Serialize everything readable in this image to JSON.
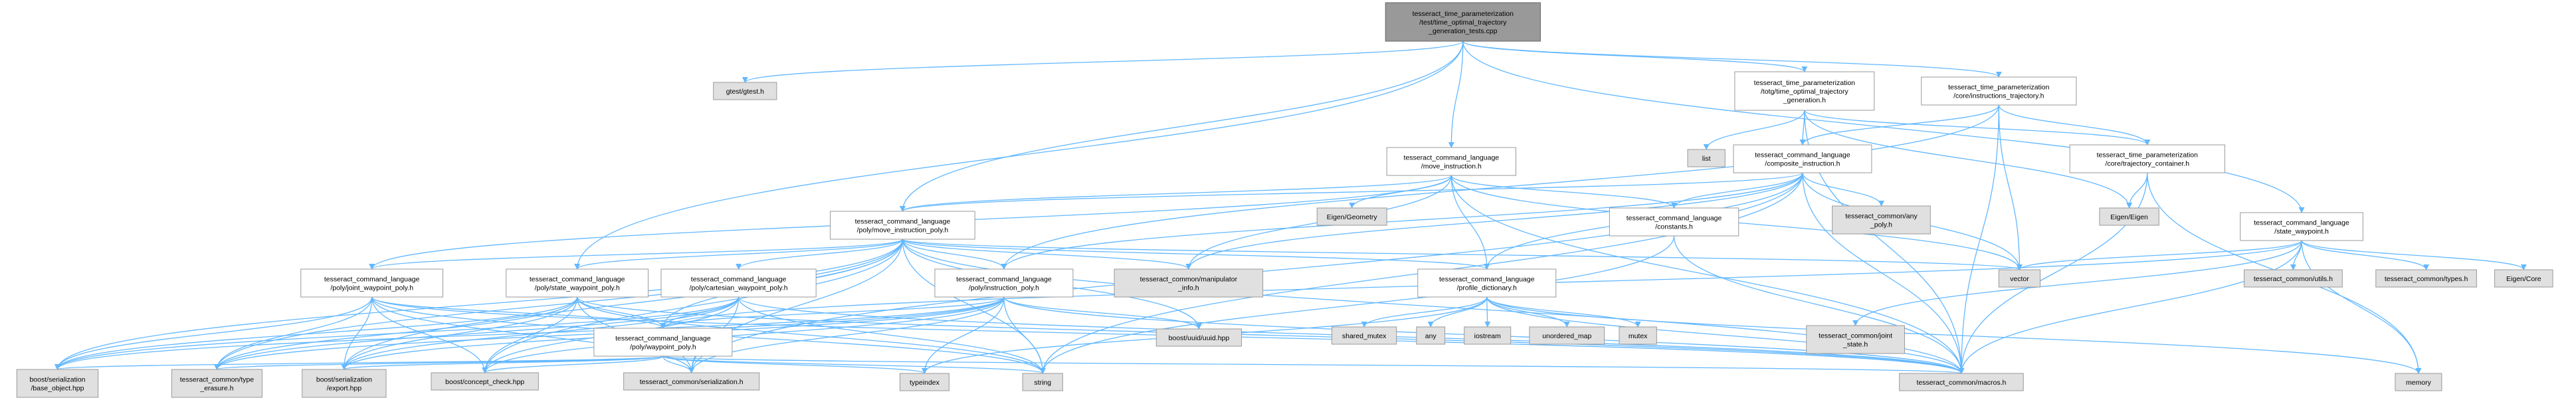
{
  "colors": {
    "edge": "#63b8ff",
    "root_fill": "#999999",
    "documented_fill": "#ffffff",
    "external_fill": "#e0e0e0",
    "border": "#999999"
  },
  "nodes": {
    "root": {
      "lines": [
        "tesseract_time_parameterization",
        "/test/time_optimal_trajectory",
        "_generation_tests.cpp"
      ],
      "style": "root"
    },
    "gtest": {
      "lines": [
        "gtest/gtest.h"
      ],
      "style": "external"
    },
    "totg": {
      "lines": [
        "tesseract_time_parameterization",
        "/totg/time_optimal_trajectory",
        "_generation.h"
      ],
      "style": "documented"
    },
    "core_it": {
      "lines": [
        "tesseract_time_parameterization",
        "/core/instructions_trajectory.h"
      ],
      "style": "documented"
    },
    "move_instr": {
      "lines": [
        "tesseract_command_language",
        "/move_instruction.h"
      ],
      "style": "documented"
    },
    "state_wp": {
      "lines": [
        "tesseract_command_language",
        "/state_waypoint.h"
      ],
      "style": "documented"
    },
    "list": {
      "lines": [
        "list"
      ],
      "style": "external"
    },
    "composite": {
      "lines": [
        "tesseract_command_language",
        "/composite_instruction.h"
      ],
      "style": "documented"
    },
    "traj_container": {
      "lines": [
        "tesseract_time_parameterization",
        "/core/trajectory_container.h"
      ],
      "style": "documented"
    },
    "eigen_geom": {
      "lines": [
        "Eigen/Geometry"
      ],
      "style": "external"
    },
    "constants": {
      "lines": [
        "tesseract_command_language",
        "/constants.h"
      ],
      "style": "documented"
    },
    "any_poly": {
      "lines": [
        "tesseract_common/any",
        "_poly.h"
      ],
      "style": "external"
    },
    "eigen_eigen": {
      "lines": [
        "Eigen/Eigen"
      ],
      "style": "external"
    },
    "move_instr_poly": {
      "lines": [
        "tesseract_command_language",
        "/poly/move_instruction_poly.h"
      ],
      "style": "documented"
    },
    "manip_info": {
      "lines": [
        "tesseract_common/manipulator",
        "_info.h"
      ],
      "style": "external"
    },
    "vector": {
      "lines": [
        "vector"
      ],
      "style": "external"
    },
    "utils": {
      "lines": [
        "tesseract_common/utils.h"
      ],
      "style": "external"
    },
    "types": {
      "lines": [
        "tesseract_common/types.h"
      ],
      "style": "external"
    },
    "eigen_core": {
      "lines": [
        "Eigen/Core"
      ],
      "style": "external"
    },
    "joint_wp_poly": {
      "lines": [
        "tesseract_command_language",
        "/poly/joint_waypoint_poly.h"
      ],
      "style": "documented"
    },
    "state_wp_poly": {
      "lines": [
        "tesseract_command_language",
        "/poly/state_waypoint_poly.h"
      ],
      "style": "documented"
    },
    "cart_wp_poly": {
      "lines": [
        "tesseract_command_language",
        "/poly/cartesian_waypoint_poly.h"
      ],
      "style": "documented"
    },
    "instr_poly": {
      "lines": [
        "tesseract_command_language",
        "/poly/instruction_poly.h"
      ],
      "style": "documented"
    },
    "profile_dict": {
      "lines": [
        "tesseract_command_language",
        "/profile_dictionary.h"
      ],
      "style": "documented"
    },
    "wp_poly": {
      "lines": [
        "tesseract_command_language",
        "/poly/waypoint_poly.h"
      ],
      "style": "documented"
    },
    "uuid": {
      "lines": [
        "boost/uuid/uuid.hpp"
      ],
      "style": "external"
    },
    "shared_mutex": {
      "lines": [
        "shared_mutex"
      ],
      "style": "external"
    },
    "any": {
      "lines": [
        "any"
      ],
      "style": "external"
    },
    "iostream": {
      "lines": [
        "iostream"
      ],
      "style": "external"
    },
    "unordered_map": {
      "lines": [
        "unordered_map"
      ],
      "style": "external"
    },
    "mutex": {
      "lines": [
        "mutex"
      ],
      "style": "external"
    },
    "joint_state": {
      "lines": [
        "tesseract_common/joint",
        "_state.h"
      ],
      "style": "external"
    },
    "base_object": {
      "lines": [
        "boost/serialization",
        "/base_object.hpp"
      ],
      "style": "external"
    },
    "type_erasure": {
      "lines": [
        "tesseract_common/type",
        "_erasure.h"
      ],
      "style": "external"
    },
    "export_hpp": {
      "lines": [
        "boost/serialization",
        "/export.hpp"
      ],
      "style": "external"
    },
    "concept_check": {
      "lines": [
        "boost/concept_check.hpp"
      ],
      "style": "external"
    },
    "serialization": {
      "lines": [
        "tesseract_common/serialization.h"
      ],
      "style": "external"
    },
    "typeindex": {
      "lines": [
        "typeindex"
      ],
      "style": "external"
    },
    "string": {
      "lines": [
        "string"
      ],
      "style": "external"
    },
    "macros": {
      "lines": [
        "tesseract_common/macros.h"
      ],
      "style": "external"
    },
    "memory": {
      "lines": [
        "memory"
      ],
      "style": "external"
    }
  }
}
